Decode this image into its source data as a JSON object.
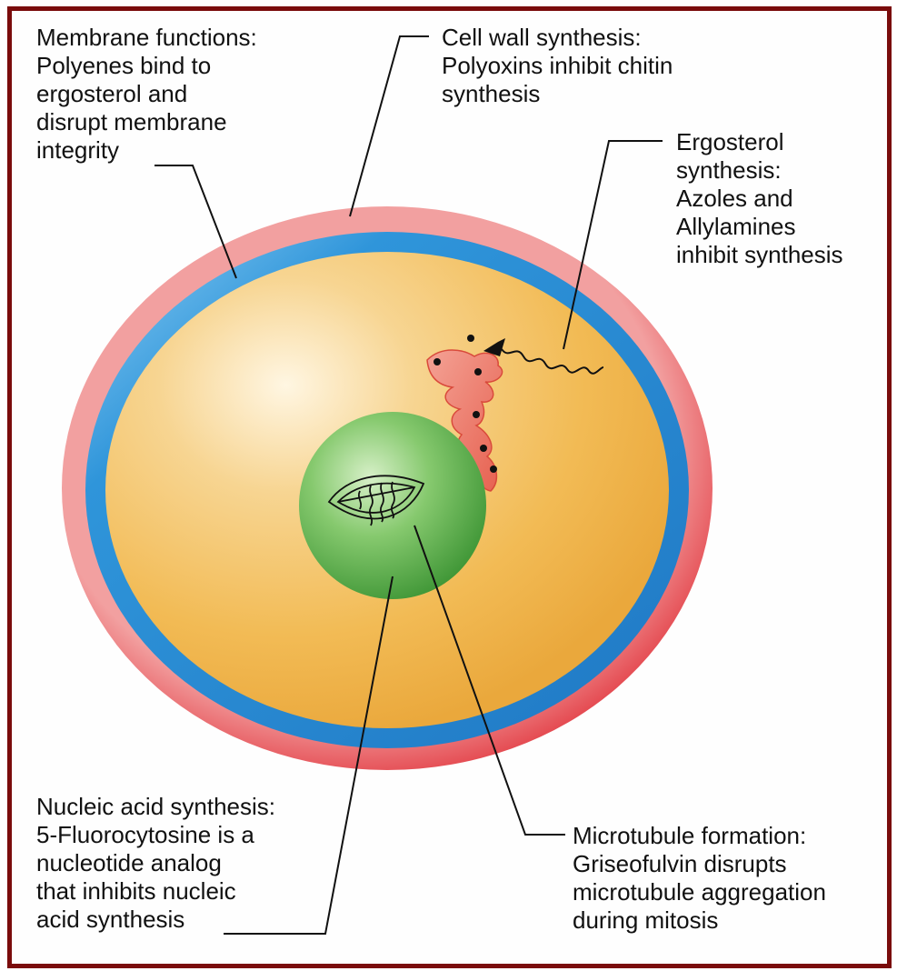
{
  "labels": {
    "membrane": {
      "lines": [
        "Membrane functions:",
        "Polyenes bind to",
        "ergosterol and",
        "disrupt membrane",
        "integrity"
      ]
    },
    "cell_wall": {
      "lines": [
        "Cell wall synthesis:",
        "Polyoxins inhibit chitin",
        "synthesis"
      ]
    },
    "ergosterol": {
      "lines": [
        "Ergosterol",
        "synthesis:",
        "Azoles and",
        "Allylamines",
        "inhibit synthesis"
      ]
    },
    "nucleic": {
      "lines": [
        "Nucleic acid synthesis:",
        "5-Fluorocytosine is a",
        "nucleotide analog",
        "that inhibits nucleic",
        "acid synthesis"
      ]
    },
    "microtubule": {
      "lines": [
        "Microtubule formation:",
        "Griseofulvin disrupts",
        "microtubule aggregation",
        "during mitosis"
      ]
    }
  },
  "colors": {
    "frame": "#7a0c0c",
    "cell_wall": "#e8555a",
    "membrane": "#2a8fd6",
    "cytoplasm": "#f3bd55",
    "nucleus": "#57b04a",
    "er": "#ee7a6a"
  }
}
